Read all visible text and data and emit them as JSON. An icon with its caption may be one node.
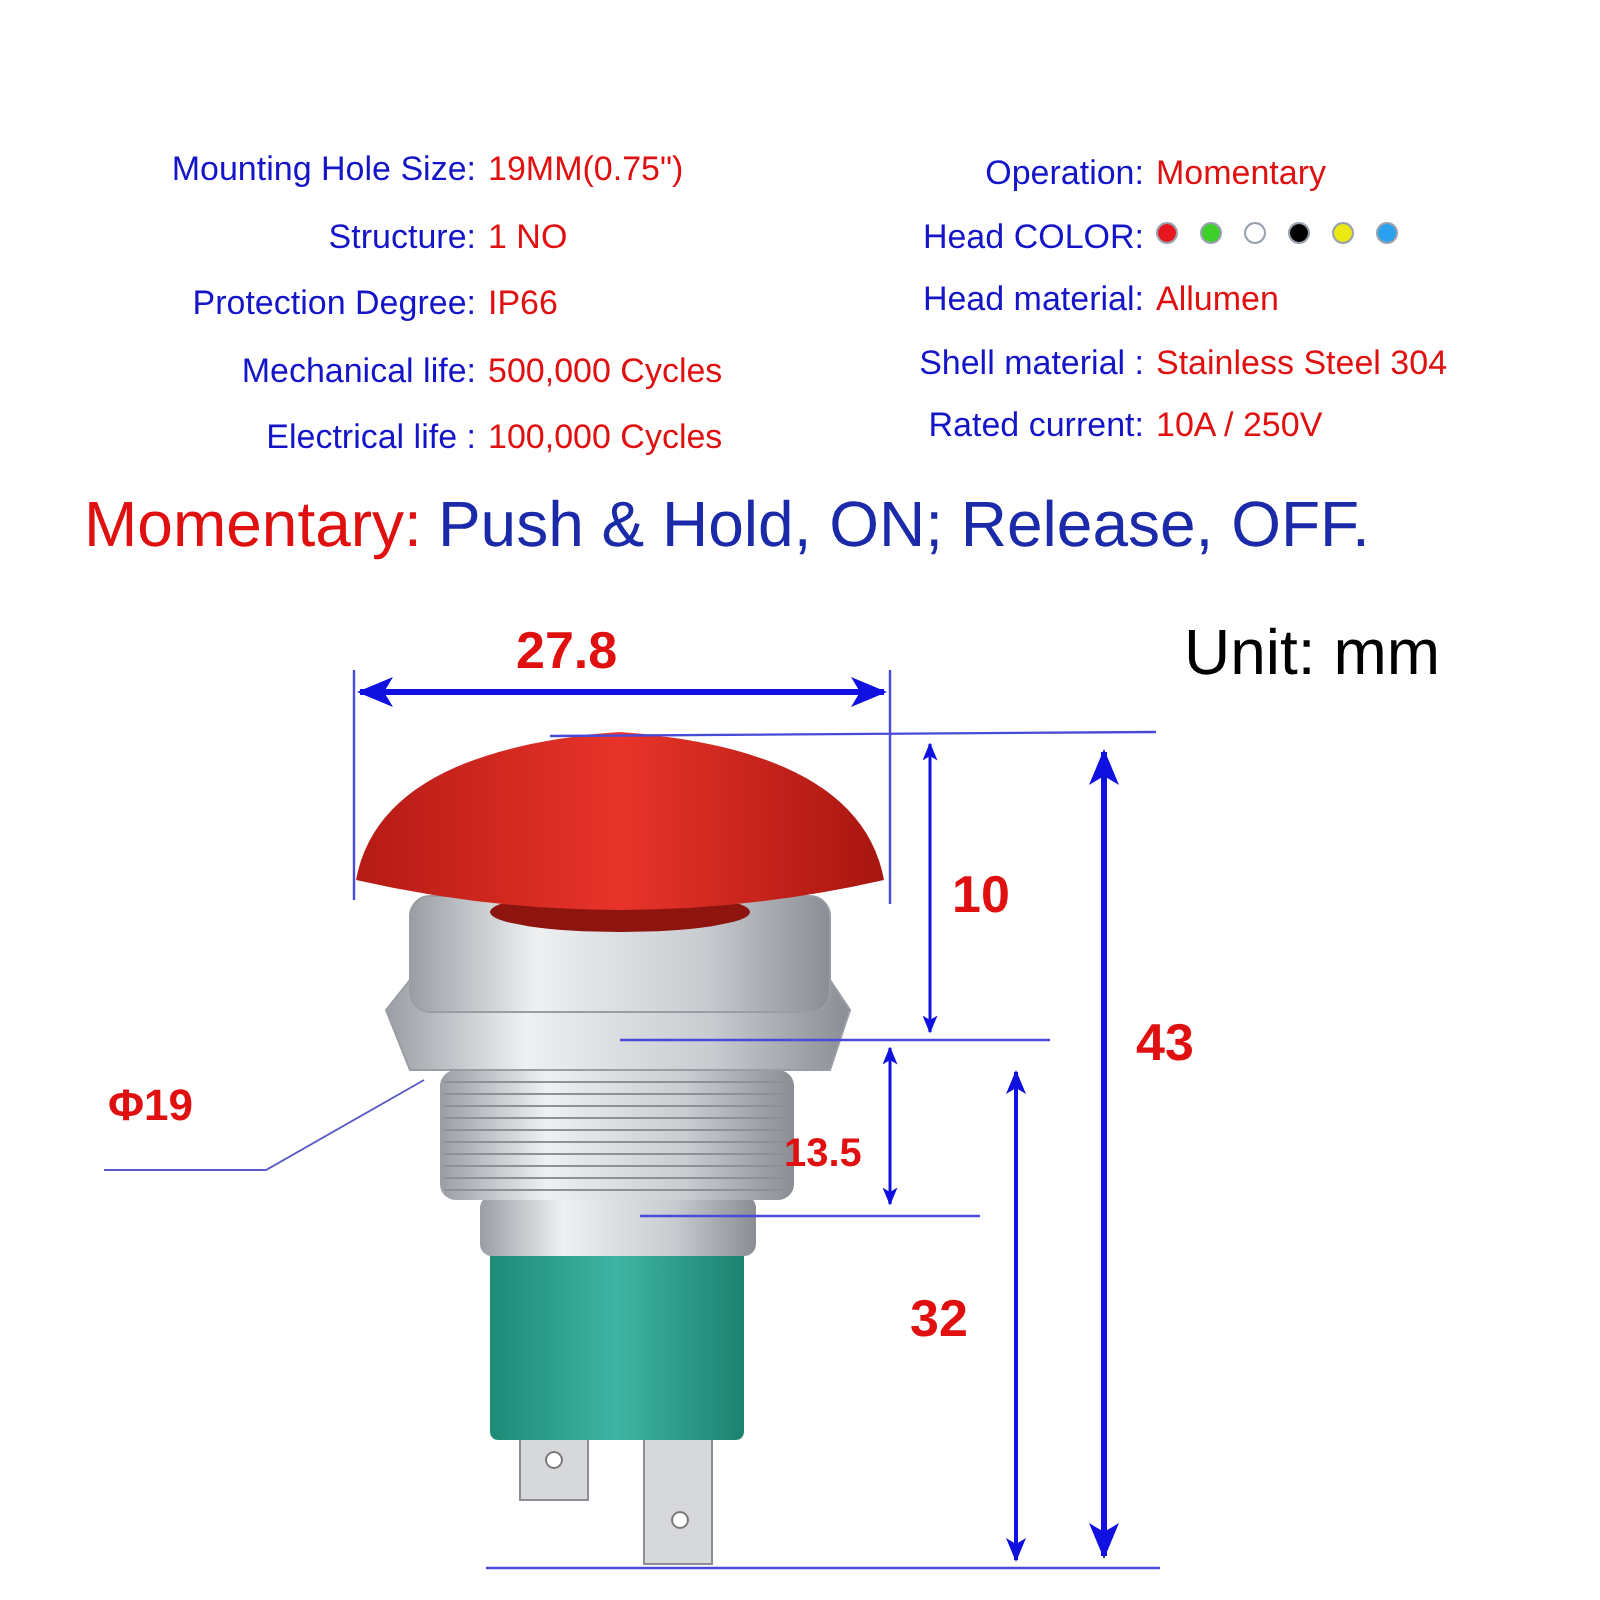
{
  "diagram": {
    "nodes": [
      {
        "text": [
          "Φ19"
        ]
      },
      {
        "text": [],
        "shape": "picture"
      }
    ],
    "edges": [
      {
        "from": 0,
        "to": 1,
        "arrow": "none"
      }
    ],
    "labels": [
      "Mounting Hole Size:",
      "19MM(0.75\")",
      "Structure:",
      "1 NO",
      "Protection Degree:",
      "IP66",
      "Mechanical life:",
      "500,000 Cycles",
      "Electrical life :",
      "100,000 Cycles",
      "Operation:",
      "Momentary",
      "Head COLOR:",
      "Head material:",
      "Allumen",
      "Shell material :",
      "Stainless Steel 304",
      "Rated current:",
      "10A / 250V",
      "Momentary:",
      "Push & Hold, ON; Release, OFF.",
      "27.8",
      "Unit: mm",
      "10",
      "43",
      "13.5",
      "32"
    ]
  }
}
